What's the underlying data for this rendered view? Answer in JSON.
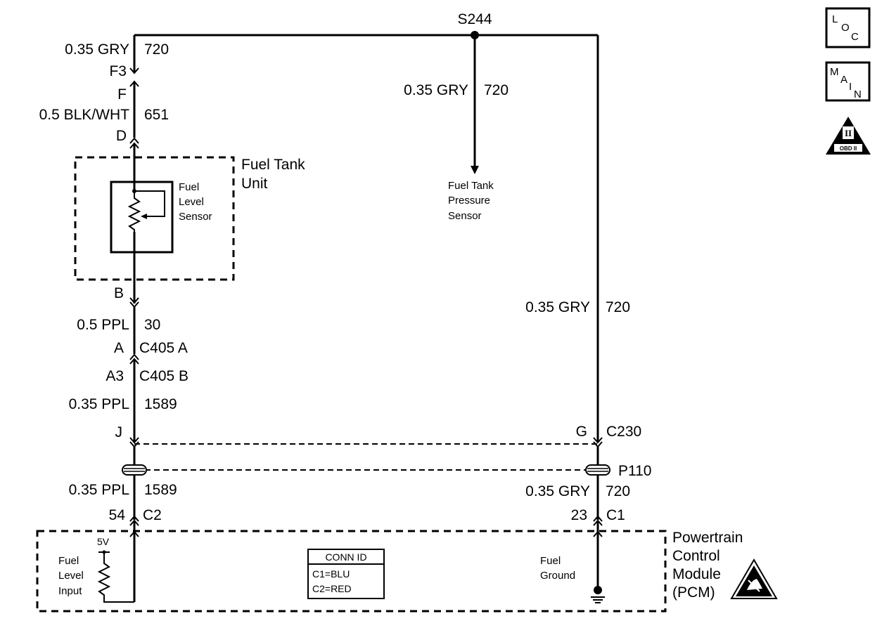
{
  "splice": "S244",
  "left_circuit": {
    "top_wire": {
      "gauge_color": "0.35 GRY",
      "circuit": "720"
    },
    "conn_f3": "F3",
    "conn_f": "F",
    "mid_wire": {
      "gauge_color": "0.5 BLK/WHT",
      "circuit": "651"
    },
    "conn_d": "D",
    "conn_b": "B",
    "wire_30": {
      "gauge_color": "0.5 PPL",
      "circuit": "30"
    },
    "c405a_pin": "A",
    "c405a": "C405 A",
    "c405b_pin": "A3",
    "c405b": "C405 B",
    "wire_1589_upper": {
      "gauge_color": "0.35 PPL",
      "circuit": "1589"
    },
    "conn_j": "J",
    "wire_1589_lower": {
      "gauge_color": "0.35 PPL",
      "circuit": "1589"
    },
    "pin_54": "54",
    "c2": "C2"
  },
  "fuel_tank_unit": {
    "title_line1": "Fuel Tank",
    "title_line2": "Unit",
    "sensor_line1": "Fuel",
    "sensor_line2": "Level",
    "sensor_line3": "Sensor"
  },
  "middle_branch": {
    "wire": {
      "gauge_color": "0.35 GRY",
      "circuit": "720"
    },
    "sensor_line1": "Fuel Tank",
    "sensor_line2": "Pressure",
    "sensor_line3": "Sensor"
  },
  "right_circuit": {
    "upper_wire": {
      "gauge_color": "0.35 GRY",
      "circuit": "720"
    },
    "pin_g": "G",
    "c230": "C230",
    "p110": "P110",
    "lower_wire": {
      "gauge_color": "0.35 GRY",
      "circuit": "720"
    },
    "pin_23": "23",
    "c1": "C1"
  },
  "pcm": {
    "title_line1": "Powertrain",
    "title_line2": "Control",
    "title_line3": "Module",
    "title_line4": "(PCM)",
    "voltage": "5V",
    "input_line1": "Fuel",
    "input_line2": "Level",
    "input_line3": "Input",
    "ground_line1": "Fuel",
    "ground_line2": "Ground",
    "conn_id_title": "CONN ID",
    "conn_id_c1": "C1=BLU",
    "conn_id_c2": "C2=RED"
  },
  "icons": {
    "loc_letters": [
      "L",
      "O",
      "C"
    ],
    "main_letters": [
      "M",
      "A",
      "I",
      "N"
    ],
    "obd_roman": "II",
    "obd_label": "OBD II"
  }
}
